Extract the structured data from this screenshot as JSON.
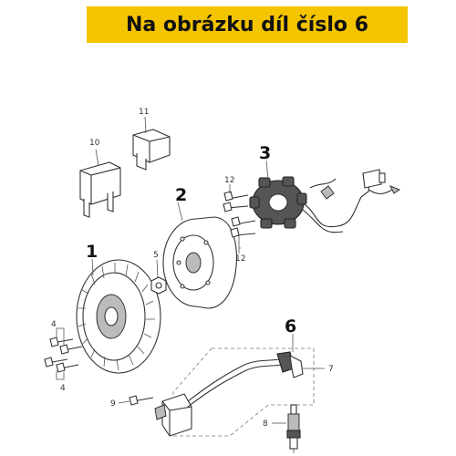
{
  "banner": {
    "text": "Na obrázku díl číslo 6",
    "background": "#f5c400"
  },
  "callouts": {
    "p1": "1",
    "p2": "2",
    "p3": "3",
    "p4a": "4",
    "p4b": "4",
    "p5": "5",
    "p6": "6",
    "p7": "7",
    "p8": "8",
    "p9": "9",
    "p10": "10",
    "p11": "11",
    "p12a": "12",
    "p12b": "12"
  }
}
